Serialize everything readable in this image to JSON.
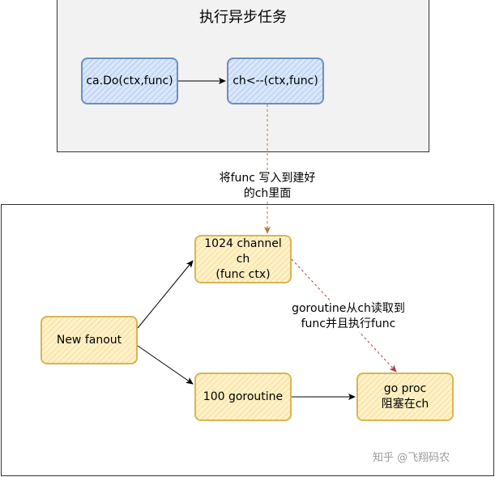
{
  "top_panel": {
    "title": "执行异步任务"
  },
  "nodes": {
    "ca_do": "ca.Do(ctx,func)",
    "ch_write": "ch<--(ctx,func)",
    "channel": [
      "1024 channel ch",
      "(func ctx)"
    ],
    "fanout": "New fanout",
    "goroutine": "100 goroutine",
    "go_proc": [
      "go proc",
      "阻塞在ch"
    ]
  },
  "edge_labels": {
    "write_func": [
      "将func 写入到建好",
      "的ch里面"
    ],
    "read_exec": [
      "goroutine从ch读取到",
      "func并且执行func"
    ]
  },
  "watermark": "知乎 @飞翔码农"
}
